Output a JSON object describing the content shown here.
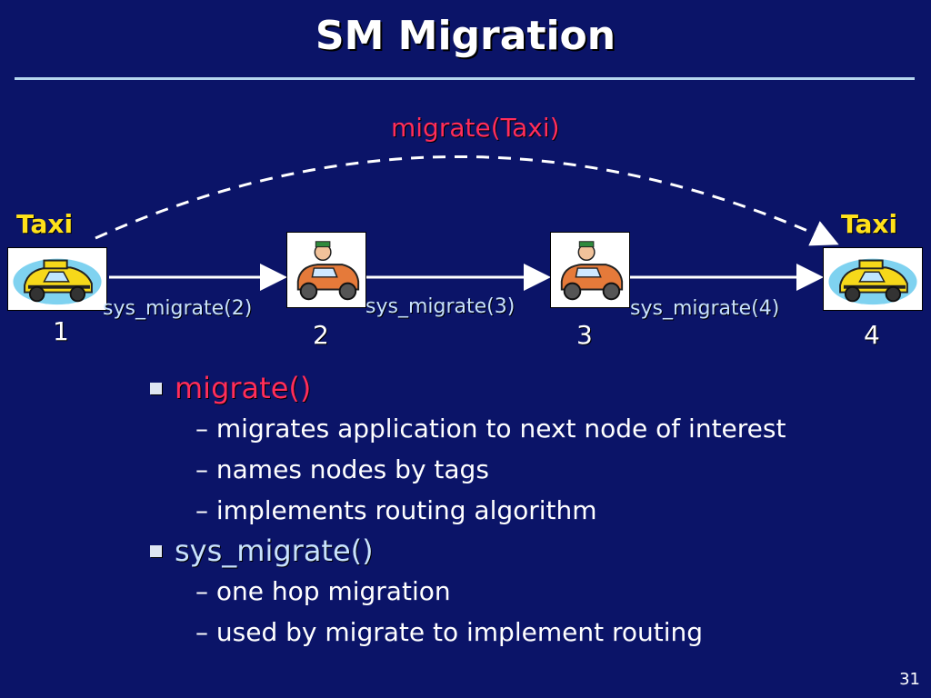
{
  "title": "SM Migration",
  "diagram": {
    "migrate_label": "migrate(Taxi)",
    "taxi_left": "Taxi",
    "taxi_right": "Taxi",
    "nodes": [
      "1",
      "2",
      "3",
      "4"
    ],
    "hops": [
      "sys_migrate(2)",
      "sys_migrate(3)",
      "sys_migrate(4)"
    ]
  },
  "bullets": [
    {
      "head": "migrate()",
      "subs": [
        "migrates application to next node of interest",
        "names nodes by tags",
        "implements routing algorithm"
      ]
    },
    {
      "head": "sys_migrate()",
      "subs": [
        "one hop migration",
        "used by migrate to implement routing"
      ]
    }
  ],
  "page_number": "31",
  "colors": {
    "background": "#0b1468",
    "red_text": "#ff2d5a",
    "blue_text": "#c8e2ff",
    "taxi_text": "#ffe11a"
  }
}
